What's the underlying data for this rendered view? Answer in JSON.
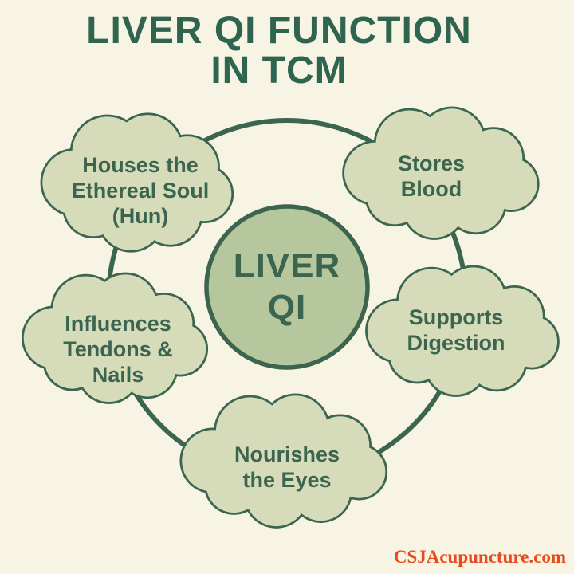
{
  "title": "LIVER QI FUNCTION\nIN TCM",
  "center": {
    "label": "LIVER\nQI"
  },
  "nodes": [
    {
      "label": "Houses the\nEthereal Soul\n(Hun)"
    },
    {
      "label": "Stores\nBlood"
    },
    {
      "label": "Influences\nTendons &\nNails"
    },
    {
      "label": "Supports\nDigestion"
    },
    {
      "label": "Nourishes\nthe Eyes"
    }
  ],
  "watermark": "CSJAcupuncture.com",
  "colors": {
    "background": "#f8f4e3",
    "cloud_fill": "#d6dcba",
    "center_circle_fill": "#b6c69d",
    "outline_stroke": "#3b654e",
    "title_text": "#2e6450",
    "label_text": "#3b654e",
    "watermark_text": "#e8491d"
  }
}
